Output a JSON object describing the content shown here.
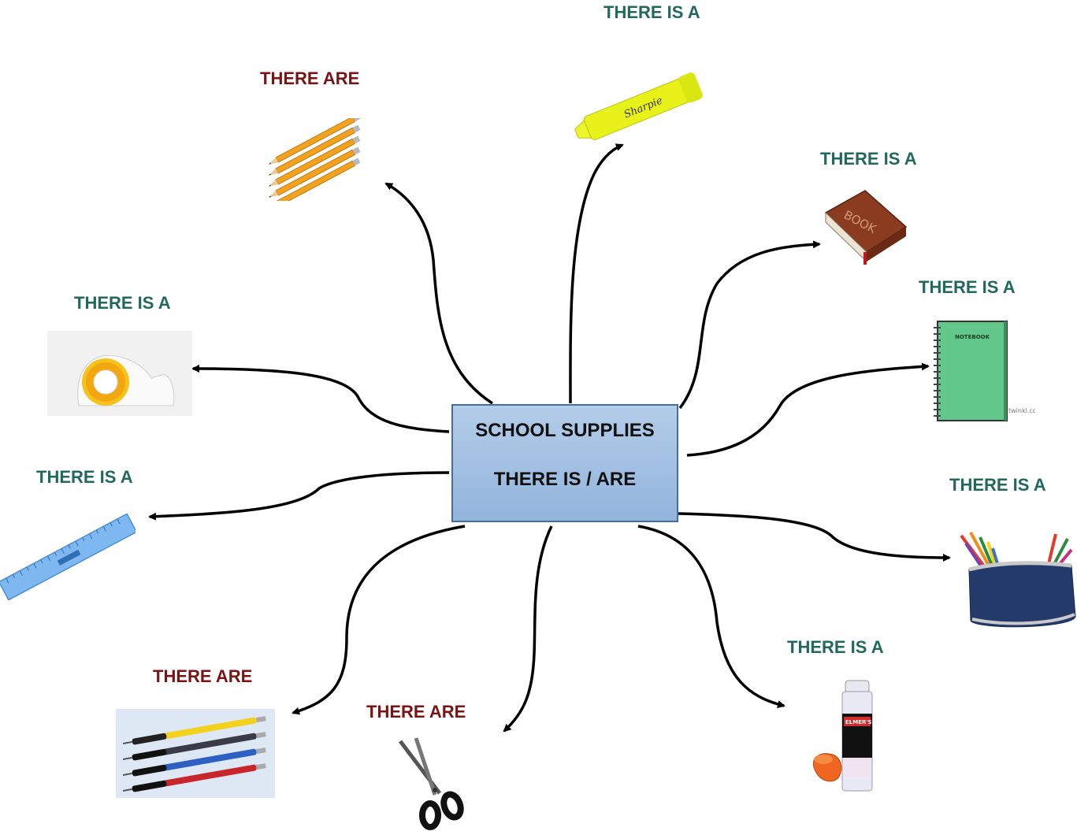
{
  "center": {
    "line1": "SCHOOL SUPPLIES",
    "line2": "THERE IS / ARE"
  },
  "labels": {
    "highlighter": "THERE IS A",
    "pencils": "THERE ARE",
    "book": "THERE IS A",
    "notebook": "THERE IS A",
    "tape": "THERE IS A",
    "ruler": "THERE IS A",
    "pencil_case": "THERE IS A",
    "glue": "THERE IS A",
    "pens": "THERE ARE",
    "scissors": "THERE ARE"
  },
  "image_text": {
    "highlighter_brand": "Sharpie",
    "book_cover": "BOOK",
    "notebook_cover": "NOTEBOOK",
    "notebook_watermark": "twinkl.com",
    "glue_brand": "ELMER'S"
  },
  "colors": {
    "teal_label": "#21685f",
    "maroon_label": "#7a1313",
    "center_fill": "#a4c2e4",
    "center_border": "#3f6fa3"
  }
}
